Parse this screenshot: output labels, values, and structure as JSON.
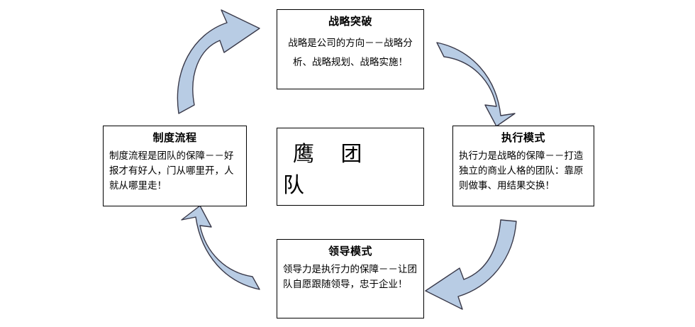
{
  "diagram": {
    "type": "cycle",
    "direction": "clockwise",
    "center": {
      "label": "鹰 团 队"
    },
    "nodes": [
      {
        "id": "strategy",
        "position": "top",
        "title": "战略突破",
        "body": "战略是公司的方向－－战略分析、战略规划、战略实施！"
      },
      {
        "id": "execution",
        "position": "right",
        "title": "执行模式",
        "body": "执行力是战略的保障－－打造独立的商业人格的团队：靠原则做事、用结果交换！"
      },
      {
        "id": "leadership",
        "position": "bottom",
        "title": "领导模式",
        "body": "领导力是执行力的保障－－让团队自愿跟随领导，忠于企业！"
      },
      {
        "id": "system",
        "position": "left",
        "title": "制度流程",
        "body": "制度流程是团队的保障－－好报才有好人，门从哪里开，人就从哪里走！"
      }
    ],
    "arrows": [
      {
        "id": "arrow-left-to-top",
        "from": "system",
        "to": "strategy"
      },
      {
        "id": "arrow-top-to-right",
        "from": "strategy",
        "to": "execution"
      },
      {
        "id": "arrow-right-to-bottom",
        "from": "execution",
        "to": "leadership"
      },
      {
        "id": "arrow-bottom-to-left",
        "from": "leadership",
        "to": "system"
      }
    ],
    "colors": {
      "arrow_fill": "#B8CCE4",
      "arrow_stroke": "#3A3A4A",
      "box_border": "#000000",
      "box_background": "#FFFFFF",
      "text": "#000000"
    }
  }
}
